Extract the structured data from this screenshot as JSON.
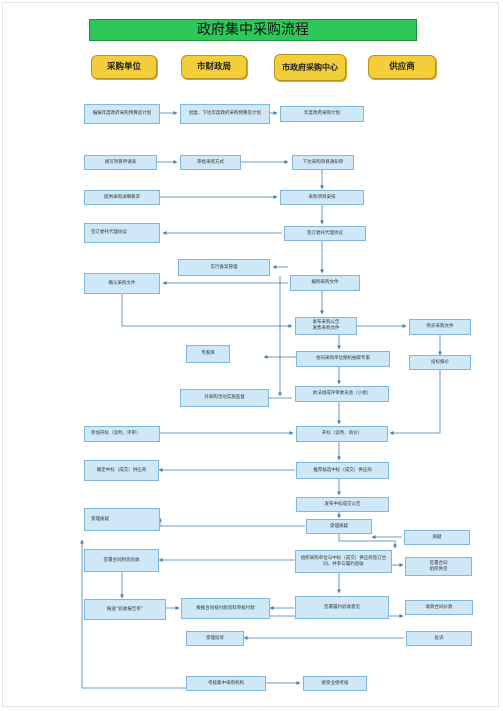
{
  "title": "政府集中采购流程",
  "headers": {
    "purchaser": "采购单位",
    "finance": "市财政局",
    "center": "市政府采购中心",
    "supplier": "供应商"
  },
  "nodes": {
    "n1": "编报年度政府采购预算后计划",
    "n2": "批复、下达年度政府采购预算及计划",
    "n3": "年度政府采购计划",
    "n4": "填写项目申请表",
    "n5": "审批采购方式",
    "n6": "下达采购项目通知单",
    "n7": "提供采购详细要求",
    "n8": "采购项目安排",
    "n9": "签订委托代理协议",
    "n10": "签订委托代理协议",
    "n11": "实行备案管理",
    "n12": "确认采购文件",
    "n13": "编制采购文件",
    "n14": "发布采购公告\n发售采购文件",
    "n15": "购买采购文件",
    "n16": "专家库",
    "n17": "会同采购单位随机抽取专家",
    "n18": "投标报价",
    "n19": "对采购活动实施监督",
    "n20": "依法组成评审委员会（小组）",
    "n21": "参加开标（谈判、评审）",
    "n22": "开标（谈判、询价）",
    "n23": "确定中标（成交）供应商",
    "n24": "推荐候选中标（成交）供应商",
    "n25": "发布中标成交公告",
    "n26": "受理质疑",
    "n27": "受理质疑",
    "n28": "质疑",
    "n29": "签署合同附资验收",
    "n30": "组织采购单位与中标（成交）供应商签订合同、并参与履约验收",
    "n31": "签署合同\n组织供货",
    "n32": "报送“验收报告单”",
    "n33": "根据合同核付款资料审核付款",
    "n34": "签署履约验收意见",
    "n35": "收款合同价款",
    "n36": "受理投诉",
    "n37": "投诉",
    "n38": "考核集中采购机构",
    "n39": "接受业绩考核"
  }
}
